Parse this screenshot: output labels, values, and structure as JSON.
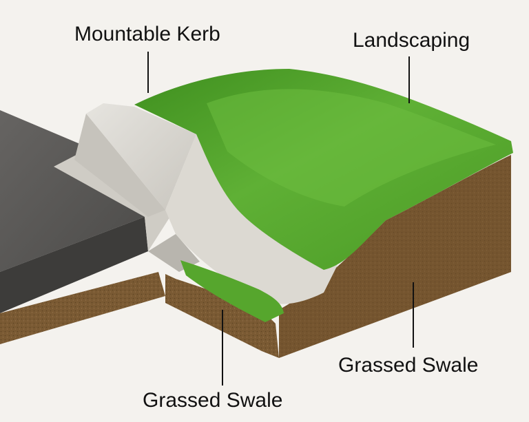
{
  "diagram": {
    "labels": {
      "mountable_kerb": "Mountable Kerb",
      "landscaping": "Landscaping",
      "grassed_swale_right": "Grassed Swale",
      "grassed_swale_bottom": "Grassed Swale"
    },
    "colors": {
      "background": "#f4f2ee",
      "asphalt": "#5b5a58",
      "concrete": "#d9d7d1",
      "grass": "#5cab32",
      "soil": "#7a5a33",
      "leader_line": "#111111"
    }
  }
}
